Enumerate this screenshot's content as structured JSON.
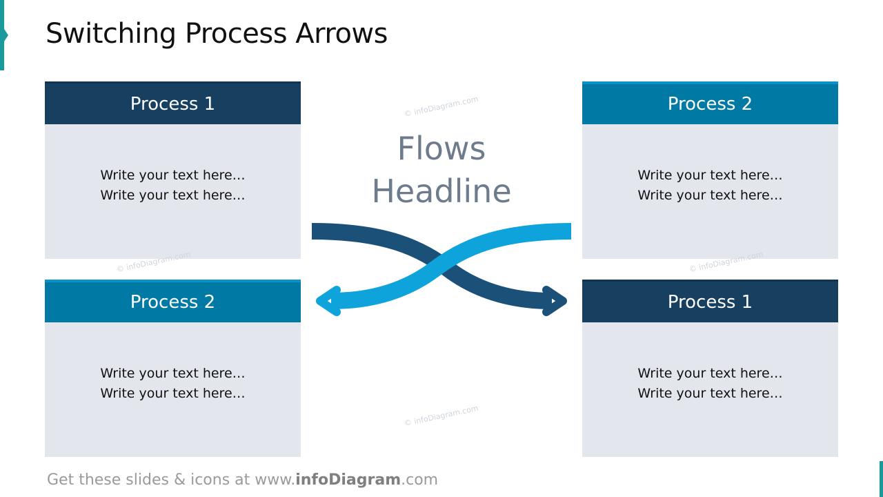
{
  "title": "Switching Process Arrows",
  "headline": {
    "line1": "Flows",
    "line2": "Headline"
  },
  "cards": [
    {
      "header": "Process 1",
      "line1": "Write your text here…",
      "line2": "Write your text here…"
    },
    {
      "header": "Process 2",
      "line1": "Write your text here…",
      "line2": "Write your text here…"
    },
    {
      "header": "Process 2",
      "line1": "Write your text here…",
      "line2": "Write your text here…"
    },
    {
      "header": "Process 1",
      "line1": "Write your text here…",
      "line2": "Write your text here…"
    }
  ],
  "watermark": "© infoDiagram.com",
  "footer": {
    "prefix": "Get these slides & icons at www.",
    "brand": "infoDiagram",
    "suffix": ".com"
  },
  "colors": {
    "dark_blue": "#163f60",
    "teal_blue": "#007aa5",
    "light_blue_arrow": "#0fa3dc",
    "card_bg": "#e3e7ed",
    "accent": "#1a9a9a"
  }
}
